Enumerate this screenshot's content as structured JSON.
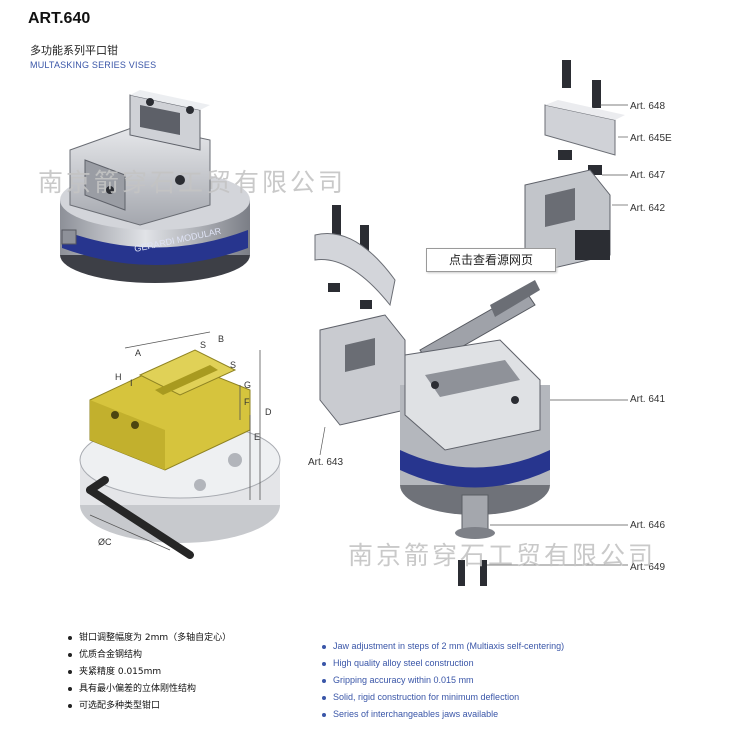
{
  "header": {
    "title": "ART.640",
    "subtitle_cn": "多功能系列平口钳",
    "subtitle_en": "MULTASKING SERIES VISES"
  },
  "watermarks": [
    "南京箭穿石工贸有限公司",
    "南京箭穿石工贸有限公司"
  ],
  "tooltip": "点击查看源网页",
  "part_labels": [
    {
      "text": "Art. 648"
    },
    {
      "text": "Art. 645E"
    },
    {
      "text": "Art. 647"
    },
    {
      "text": "Art. 642"
    },
    {
      "text": "Art. 641"
    },
    {
      "text": "Art. 643"
    },
    {
      "text": "Art. 646"
    },
    {
      "text": "Art. 649"
    }
  ],
  "dimension_labels": [
    "A",
    "B",
    "H",
    "I",
    "S",
    "S",
    "G",
    "F",
    "D",
    "E",
    "ØC"
  ],
  "vise_brand_text": "GERARDI MODULAR",
  "features_cn": [
    "钳口调整幅度为 2mm（多轴自定心）",
    "优质合金钢结构",
    "夹紧精度 0.015mm",
    "具有最小偏差的立体刚性结构",
    "可选配多种类型钳口"
  ],
  "features_en": [
    "Jaw adjustment in steps of 2 mm (Multiaxis self-centering)",
    "High quality alloy steel construction",
    "Gripping accuracy within 0.015 mm",
    "Solid, rigid construction for minimum deflection",
    "Series of interchangeables jaws available"
  ],
  "colors": {
    "accent_blue": "#3a56a8",
    "metal": "#b9bcc2",
    "brass": "#d4c23c"
  }
}
